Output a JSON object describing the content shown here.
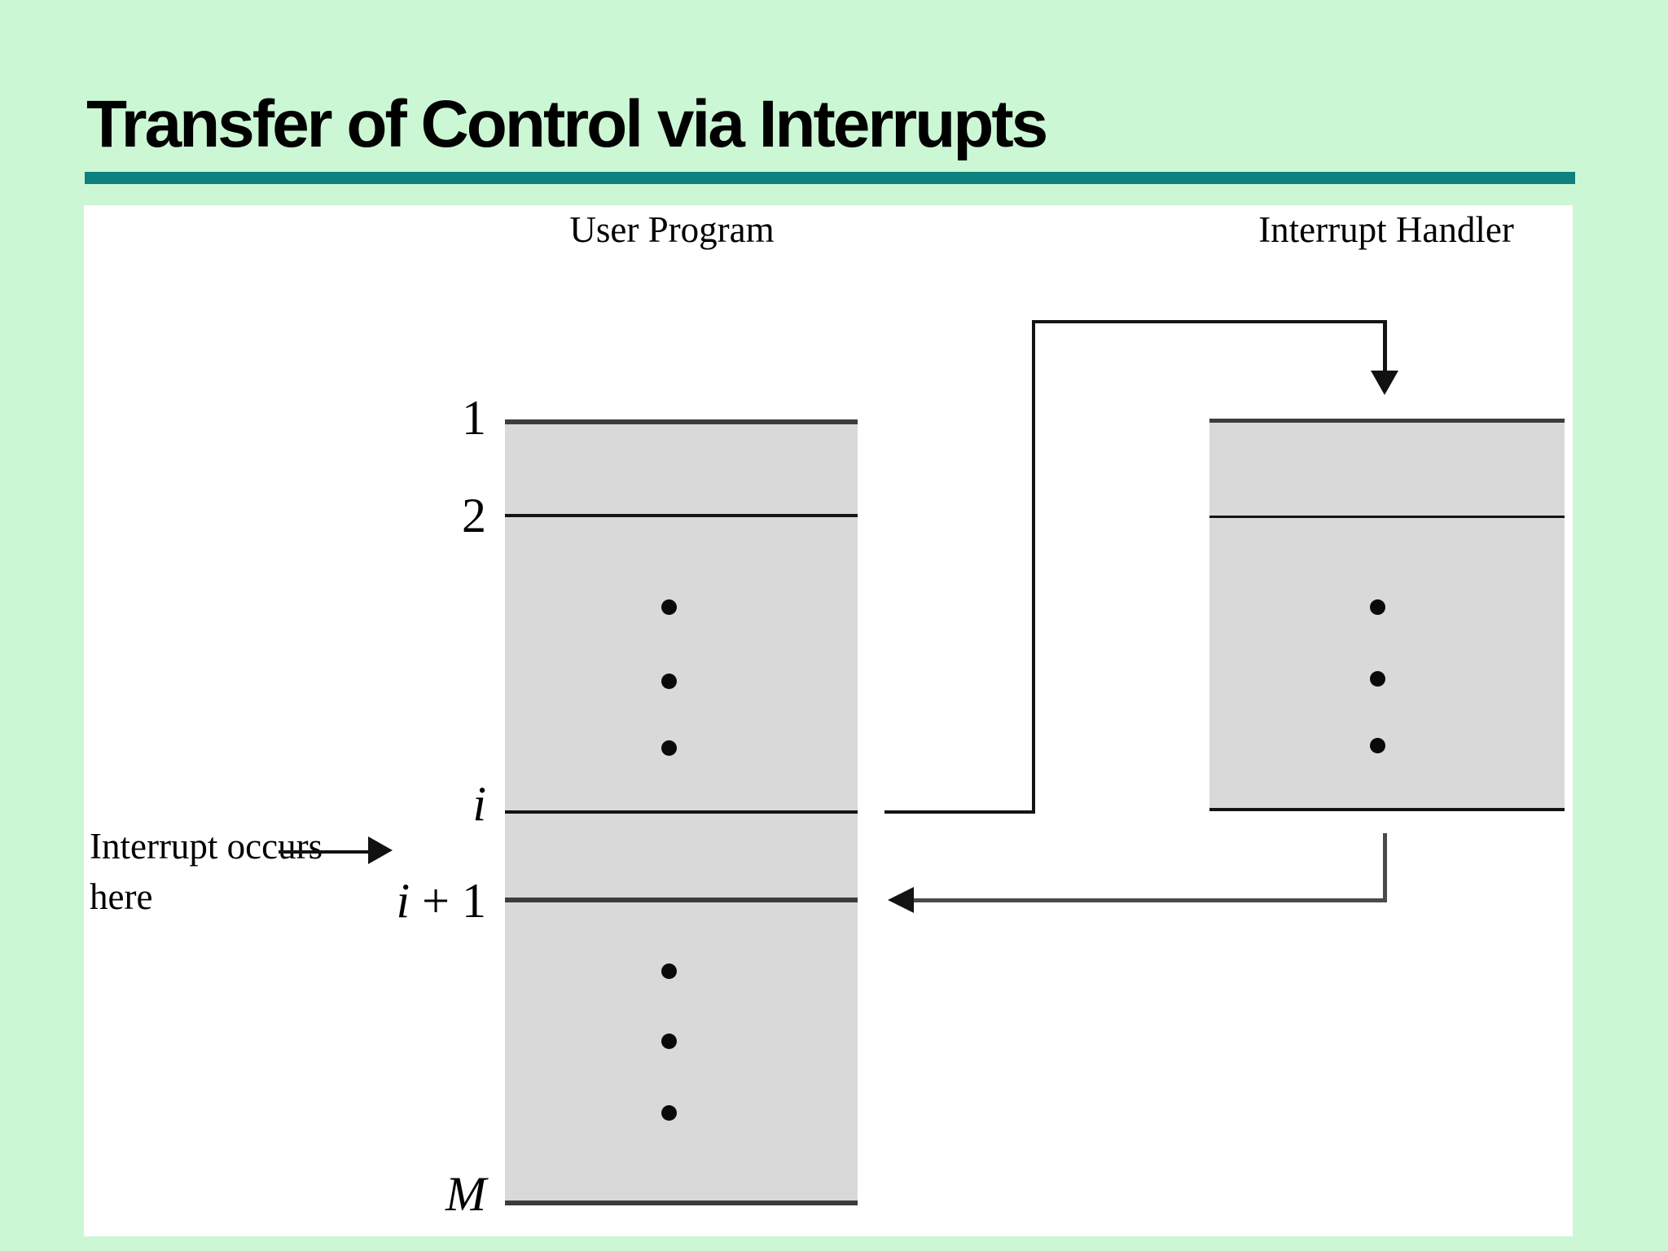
{
  "slide": {
    "title": "Transfer of Control via Interrupts",
    "columns": {
      "left_label": "User Program",
      "right_label": "Interrupt Handler"
    },
    "row_labels": [
      {
        "italic": "",
        "normal": "1"
      },
      {
        "italic": "",
        "normal": "2"
      },
      {
        "italic": "i",
        "normal": ""
      },
      {
        "italic": "i",
        "normal": " + 1"
      },
      {
        "italic": "M",
        "normal": ""
      }
    ],
    "annotation": "Interrupt occurs here",
    "colors": {
      "background": "#ccf7d4",
      "divider": "#0e807d",
      "panel": "#ffffff",
      "box_fill": "#d9d9d9",
      "line_dark": "#141414",
      "line_soft": "#3c3c3c",
      "return_line": "#4a4a4a",
      "text": "#000000"
    }
  }
}
